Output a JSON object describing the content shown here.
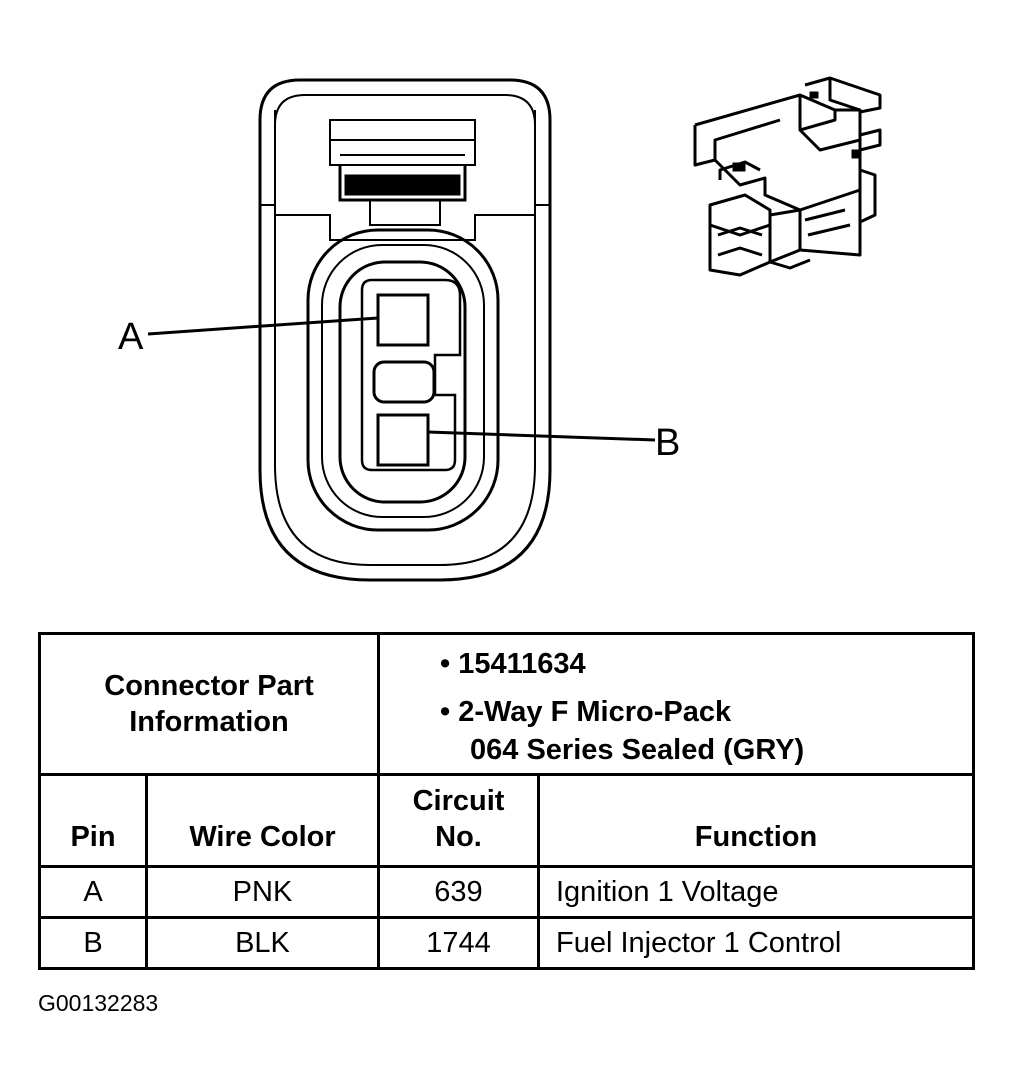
{
  "diagram": {
    "callouts": {
      "a": "A",
      "b": "B"
    }
  },
  "table": {
    "header_label": "Connector Part Information",
    "part_info": [
      "15411634",
      "2-Way F Micro-Pack",
      "064 Series Sealed (GRY)"
    ],
    "columns": {
      "pin": "Pin",
      "wire_color": "Wire Color",
      "circuit_no": "Circuit No.",
      "function": "Function"
    },
    "rows": [
      {
        "pin": "A",
        "wire_color": "PNK",
        "circuit_no": "639",
        "function": "Ignition 1 Voltage"
      },
      {
        "pin": "B",
        "wire_color": "BLK",
        "circuit_no": "1744",
        "function": "Fuel Injector 1 Control"
      }
    ]
  },
  "figure_id": "G00132283"
}
